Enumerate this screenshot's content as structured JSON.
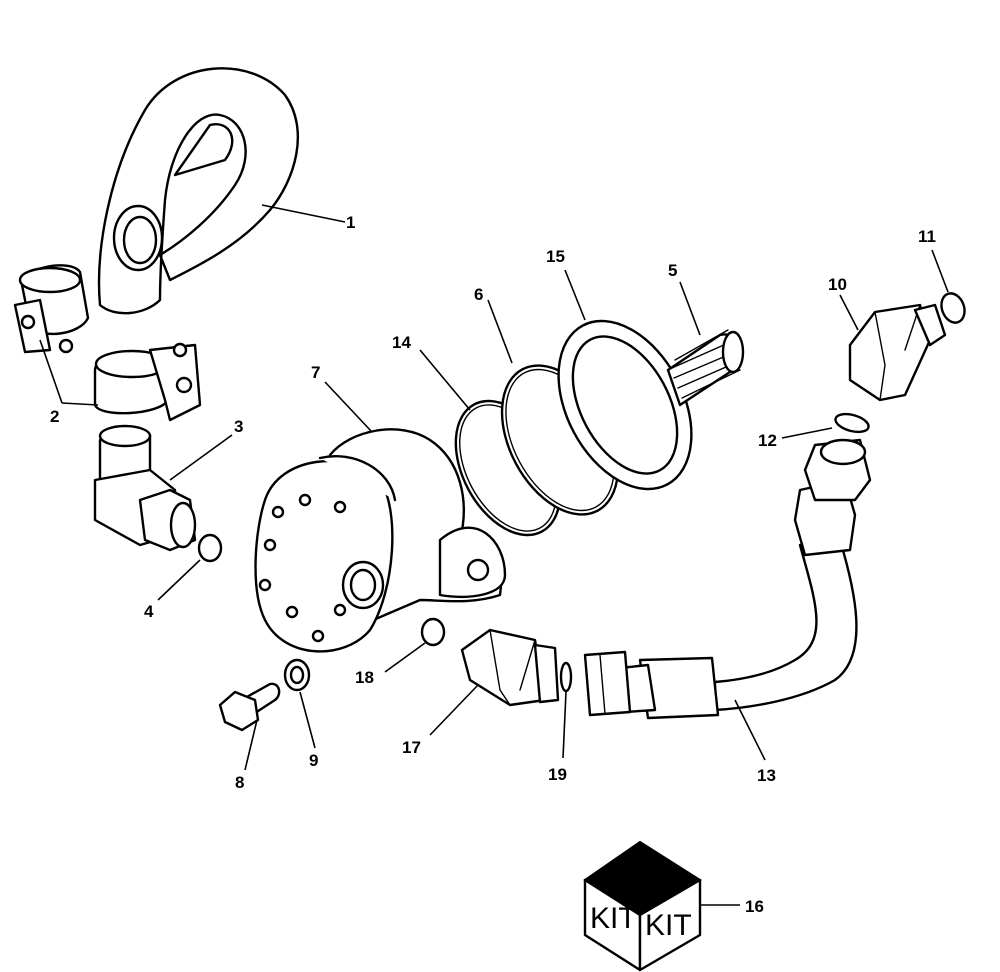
{
  "callouts": {
    "c1": "1",
    "c2": "2",
    "c3": "3",
    "c4": "4",
    "c5": "5",
    "c6": "6",
    "c7": "7",
    "c8": "8",
    "c9": "9",
    "c10": "10",
    "c11": "11",
    "c12": "12",
    "c13": "13",
    "c14": "14",
    "c15": "15",
    "c16": "16",
    "c17": "17",
    "c18": "18",
    "c19": "19"
  },
  "kit": {
    "left_face": "KIT",
    "right_face": "KIT"
  },
  "icons": {
    "kit_box": "kit-box-icon"
  }
}
